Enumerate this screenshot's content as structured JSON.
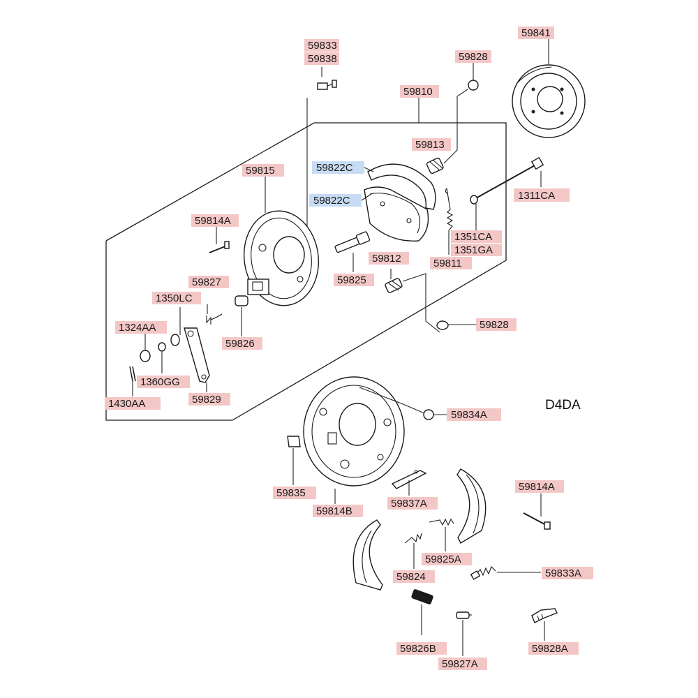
{
  "diagram": {
    "model_code": "D4DA",
    "colors": {
      "label_bg": "#f4c7c7",
      "label_bg_highlight": "#c7dcf4",
      "line": "#1a1a1a"
    },
    "labels": {
      "p59833_59838_a": "59833",
      "p59833_59838_b": "59838",
      "p59828_top": "59828",
      "p59841": "59841",
      "p59810": "59810",
      "p59813": "59813",
      "p59822c_1": "59822C",
      "p59822c_2": "59822C",
      "p1311ca": "1311CA",
      "p59815": "59815",
      "p59814a_upper": "59814A",
      "p1351ca": "1351CA",
      "p1351ga": "1351GA",
      "p59811": "59811",
      "p59812": "59812",
      "p59825": "59825",
      "p59827": "59827",
      "p1350lc": "1350LC",
      "p59828_mid": "59828",
      "p1324aa": "1324AA",
      "p59826": "59826",
      "p1360gg": "1360GG",
      "p59829": "59829",
      "p1430aa": "1430AA",
      "p59834a": "59834A",
      "p59835": "59835",
      "p59814b": "59814B",
      "p59837a": "59837A",
      "p59814a_lower": "59814A",
      "p59825a": "59825A",
      "p59824": "59824",
      "p59833a": "59833A",
      "p59826b": "59826B",
      "p59827a": "59827A",
      "p59828a": "59828A"
    }
  }
}
